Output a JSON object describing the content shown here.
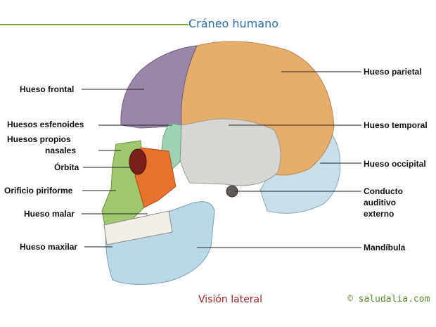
{
  "title": "Cráneo humano",
  "caption": "Visión lateral",
  "credit": "© saludalia.com",
  "colors": {
    "frontal": "#9a86a8",
    "parietal": "#e7ad6a",
    "temporal": "#d8d6d2",
    "occipital": "#c8dfea",
    "sphenoid": "#9fd2b4",
    "malar": "#e8712b",
    "maxilla": "#9ec86b",
    "mandible": "#b9d9e8",
    "title": "#2a6fa4",
    "caption": "#a3232c",
    "credit": "#5d8a2e"
  },
  "labels": {
    "frontal": "Hueso frontal",
    "sphenoid": "Huesos esfenoides",
    "nasal_1": "Huesos propios",
    "nasal_2": "nasales",
    "orbit": "Órbita",
    "piriform": "Orificio piriforme",
    "malar": "Hueso malar",
    "maxilla": "Hueso maxilar",
    "parietal": "Hueso parietal",
    "temporal": "Hueso temporal",
    "occipital": "Hueso occipital",
    "ear_1": "Conducto",
    "ear_2": "auditivo",
    "ear_3": "externo",
    "mandible": "Mandíbula"
  }
}
